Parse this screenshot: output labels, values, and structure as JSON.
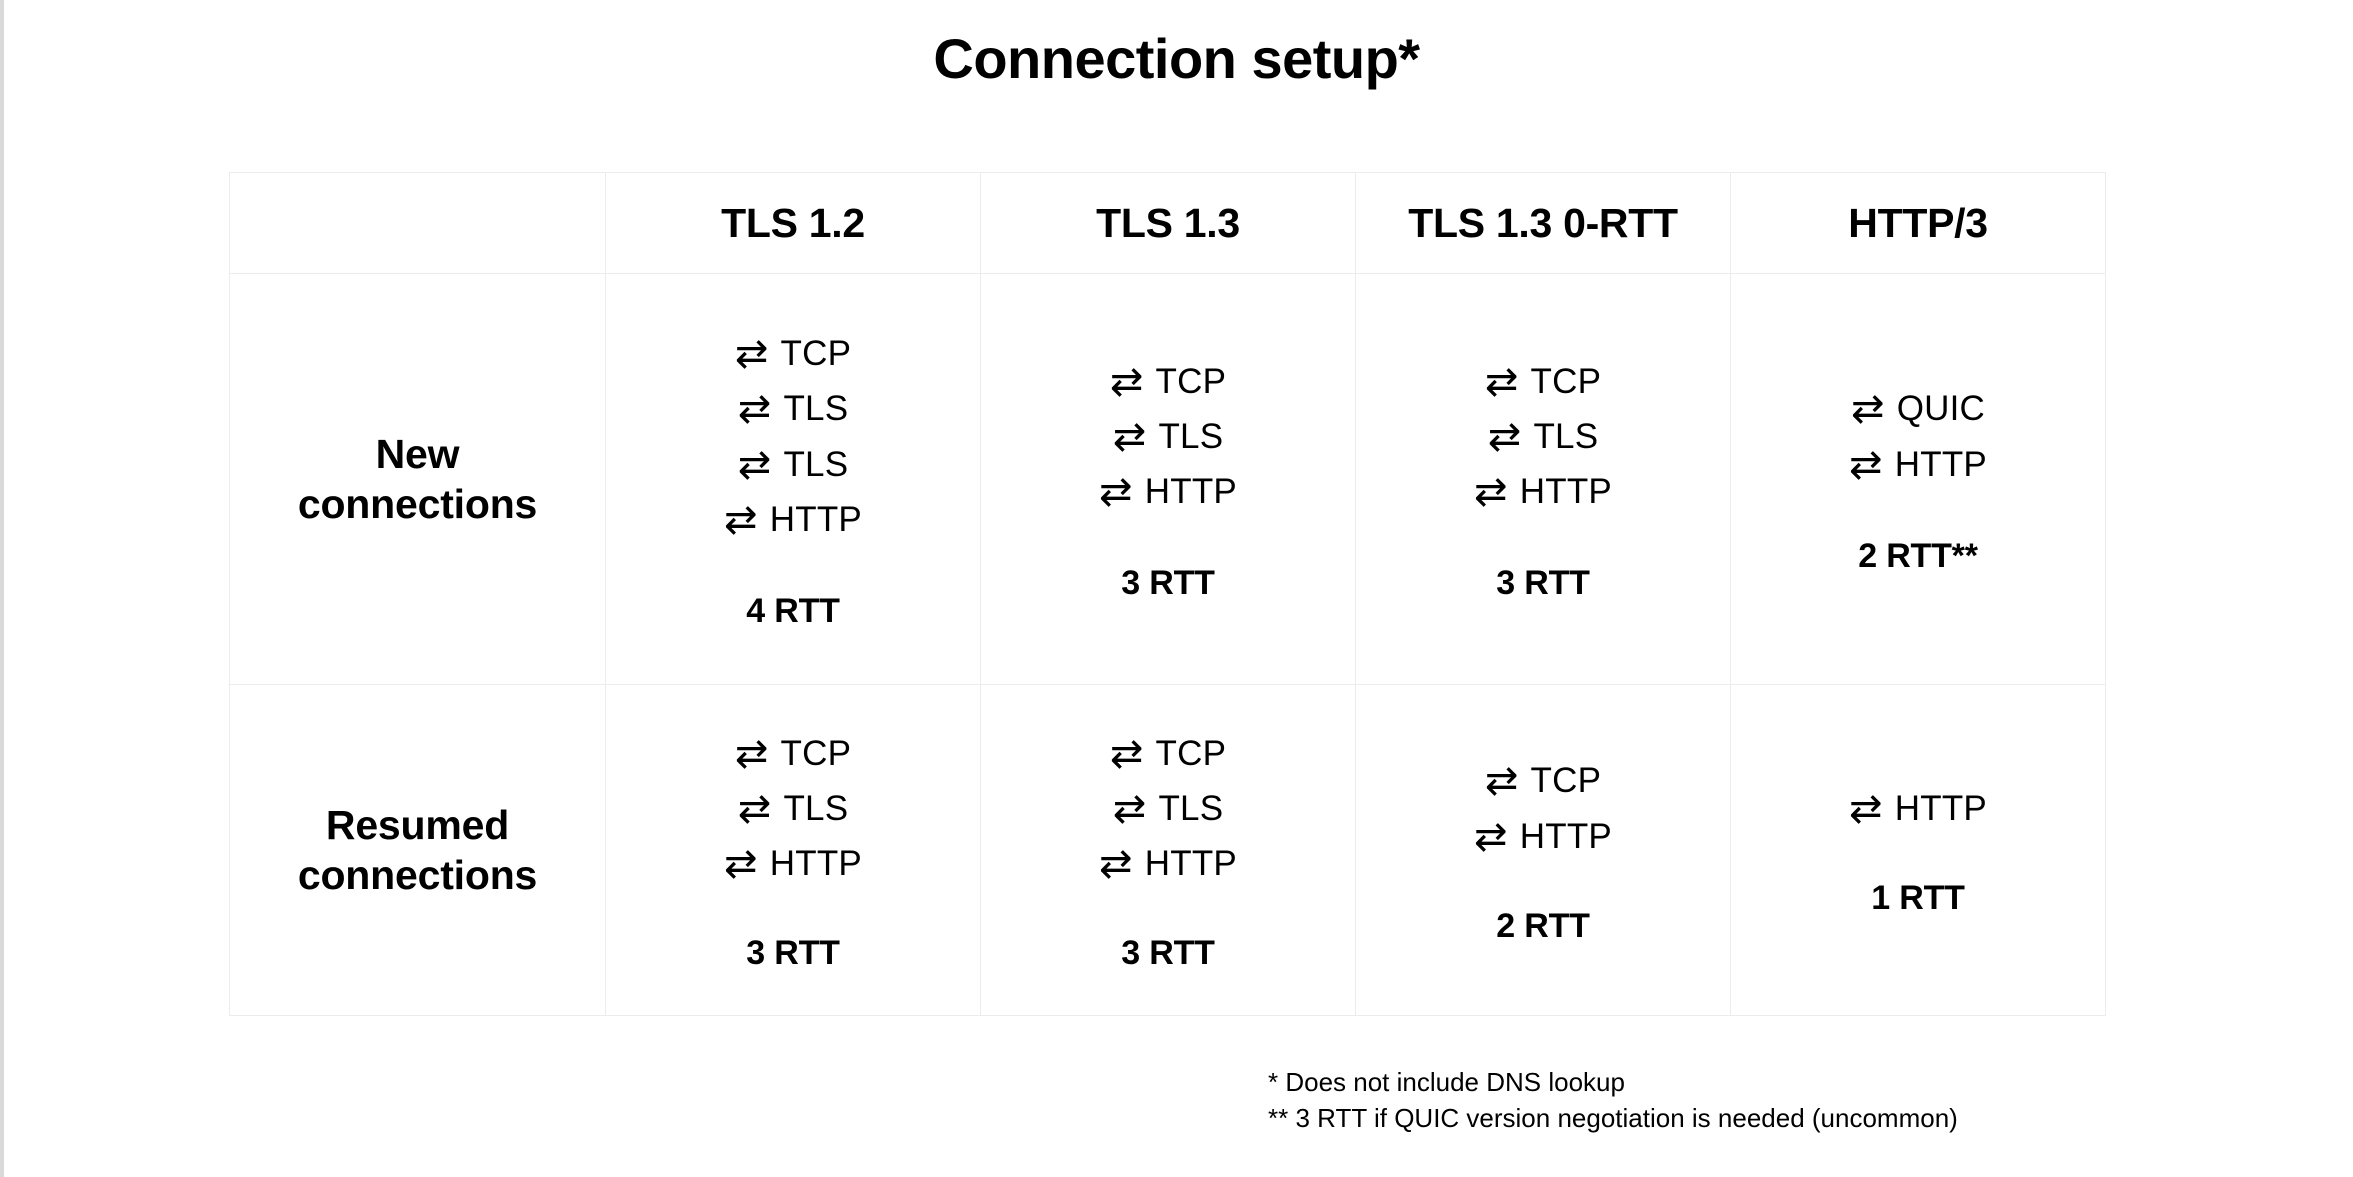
{
  "slide": {
    "title": "Connection setup*",
    "background_color": "#ffffff",
    "border_color": "#ececec",
    "text_color": "#000000"
  },
  "table": {
    "corner_label": "",
    "columns": [
      {
        "key": "tls12",
        "label": "TLS 1.2"
      },
      {
        "key": "tls13",
        "label": "TLS 1.3"
      },
      {
        "key": "tls13_0rtt",
        "label": "TLS 1.3 0-RTT"
      },
      {
        "key": "http3",
        "label": "HTTP/3"
      }
    ],
    "arrow_icon": "exchange-arrows-icon",
    "arrow_glyph": "⇄",
    "rows": [
      {
        "key": "new",
        "label_line1": "New",
        "label_line2": "connections",
        "cells": [
          {
            "column": "TLS 1.2",
            "steps": [
              "TCP",
              "TLS",
              "TLS",
              "HTTP"
            ],
            "rtt": "4 RTT"
          },
          {
            "column": "TLS 1.3",
            "steps": [
              "TCP",
              "TLS",
              "HTTP"
            ],
            "rtt": "3 RTT"
          },
          {
            "column": "TLS 1.3 0-RTT",
            "steps": [
              "TCP",
              "TLS",
              "HTTP"
            ],
            "rtt": "3 RTT"
          },
          {
            "column": "HTTP/3",
            "steps": [
              "QUIC",
              "HTTP"
            ],
            "rtt": "2 RTT**"
          }
        ]
      },
      {
        "key": "resumed",
        "label_line1": "Resumed",
        "label_line2": "connections",
        "cells": [
          {
            "column": "TLS 1.2",
            "steps": [
              "TCP",
              "TLS",
              "HTTP"
            ],
            "rtt": "3 RTT"
          },
          {
            "column": "TLS 1.3",
            "steps": [
              "TCP",
              "TLS",
              "HTTP"
            ],
            "rtt": "3 RTT"
          },
          {
            "column": "TLS 1.3 0-RTT",
            "steps": [
              "TCP",
              "HTTP"
            ],
            "rtt": "2 RTT"
          },
          {
            "column": "HTTP/3",
            "steps": [
              "HTTP"
            ],
            "rtt": "1 RTT"
          }
        ]
      }
    ]
  },
  "footnotes": [
    "* Does not include DNS lookup",
    "** 3 RTT if QUIC version negotiation is needed (uncommon)"
  ]
}
